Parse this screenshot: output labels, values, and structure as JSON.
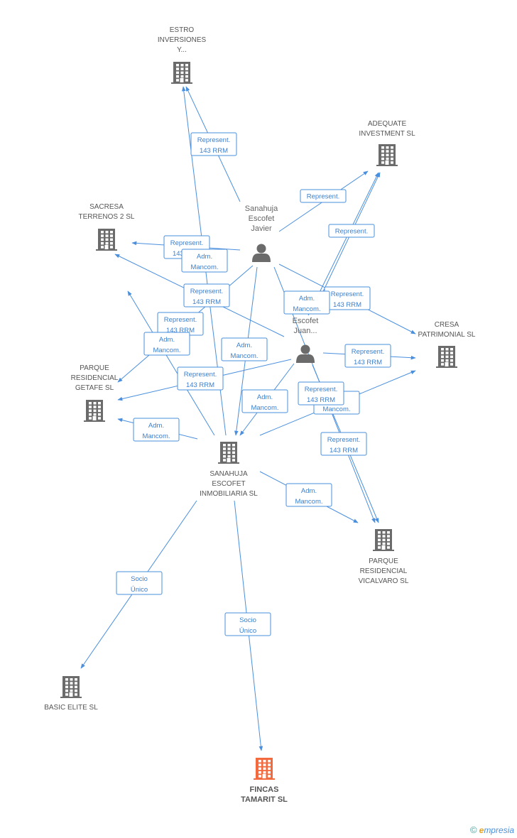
{
  "colors": {
    "edge": "#4a8fde",
    "building": "#6b6b6b",
    "focus": "#f26a3d",
    "person": "#6b6b6b"
  },
  "nodes": [
    {
      "id": "estro",
      "kind": "company",
      "label": [
        "ESTRO",
        "INVERSIONES",
        "Y..."
      ]
    },
    {
      "id": "adequate",
      "kind": "company",
      "label": [
        "ADEQUATE",
        "INVESTMENT SL"
      ]
    },
    {
      "id": "sacresa",
      "kind": "company",
      "label": [
        "SACRESA",
        "TERRENOS 2 SL"
      ]
    },
    {
      "id": "javier",
      "kind": "person",
      "label": [
        "Sanahuja",
        "Escofet",
        "Javier"
      ]
    },
    {
      "id": "juan",
      "kind": "person",
      "label": [
        "Escofet",
        "Juan..."
      ]
    },
    {
      "id": "cresa",
      "kind": "company",
      "label": [
        "CRESA",
        "PATRIMONIAL SL"
      ]
    },
    {
      "id": "getafe",
      "kind": "company",
      "label": [
        "PARQUE",
        "RESIDENCIAL",
        "GETAFE SL"
      ]
    },
    {
      "id": "sanahuja_inmo",
      "kind": "company",
      "label": [
        "SANAHUJA",
        "ESCOFET",
        "INMOBILIARIA SL"
      ]
    },
    {
      "id": "vicalvaro",
      "kind": "company",
      "label": [
        "PARQUE",
        "RESIDENCIAL",
        "VICALVARO SL"
      ]
    },
    {
      "id": "basic",
      "kind": "company",
      "label": [
        "BASIC ELITE SL"
      ]
    },
    {
      "id": "fincas",
      "kind": "focus",
      "label": [
        "FINCAS",
        "TAMARIT SL"
      ]
    }
  ],
  "edges": [
    {
      "from": "javier",
      "to": "estro",
      "label": [
        "Represent.",
        "143 RRM"
      ]
    },
    {
      "from": "javier",
      "to": "adequate",
      "label": [
        "Represent."
      ]
    },
    {
      "from": "javier",
      "to": "sacresa",
      "label": [
        "Represent.",
        "143 RRM"
      ]
    },
    {
      "from": "javier",
      "to": "getafe",
      "label": [
        "Represent.",
        "143 RRM"
      ]
    },
    {
      "from": "javier",
      "to": "cresa",
      "label": [
        "Represent.",
        "143 RRM"
      ]
    },
    {
      "from": "javier",
      "to": "sanahuja_inmo",
      "label": [
        "Adm.",
        "Mancom."
      ]
    },
    {
      "from": "javier",
      "to": "vicalvaro",
      "label": [
        "Represent.",
        "143 RRM"
      ]
    },
    {
      "from": "juan",
      "to": "adequate",
      "label": [
        "Represent."
      ]
    },
    {
      "from": "juan",
      "to": "sacresa",
      "label": [
        "Represent.",
        "143 RRM"
      ]
    },
    {
      "from": "juan",
      "to": "getafe",
      "label": [
        "Represent.",
        "143 RRM"
      ]
    },
    {
      "from": "juan",
      "to": "cresa",
      "label": [
        "Represent.",
        "143 RRM"
      ]
    },
    {
      "from": "juan",
      "to": "sanahuja_inmo",
      "label": [
        "Adm.",
        "Mancom."
      ]
    },
    {
      "from": "juan",
      "to": "vicalvaro",
      "label": [
        "Adm.",
        "Mancom."
      ]
    },
    {
      "from": "sanahuja_inmo",
      "to": "estro",
      "label": [
        "Adm.",
        "Mancom."
      ]
    },
    {
      "from": "sanahuja_inmo",
      "to": "adequate",
      "label": [
        "Adm.",
        "Mancom."
      ]
    },
    {
      "from": "sanahuja_inmo",
      "to": "sacresa",
      "label": [
        "Adm.",
        "Mancom."
      ]
    },
    {
      "from": "sanahuja_inmo",
      "to": "getafe",
      "label": [
        "Adm.",
        "Mancom."
      ]
    },
    {
      "from": "sanahuja_inmo",
      "to": "cresa",
      "label": [
        "Represent.",
        "143 RRM"
      ]
    },
    {
      "from": "sanahuja_inmo",
      "to": "vicalvaro",
      "label": [
        "Adm.",
        "Mancom."
      ]
    },
    {
      "from": "sanahuja_inmo",
      "to": "basic",
      "label": [
        "Socio",
        "Único"
      ]
    },
    {
      "from": "sanahuja_inmo",
      "to": "fincas",
      "label": [
        "Socio",
        "Único"
      ]
    }
  ],
  "footer": {
    "copyright": "©",
    "brand_e": "e",
    "brand_rest": "mpresia"
  }
}
